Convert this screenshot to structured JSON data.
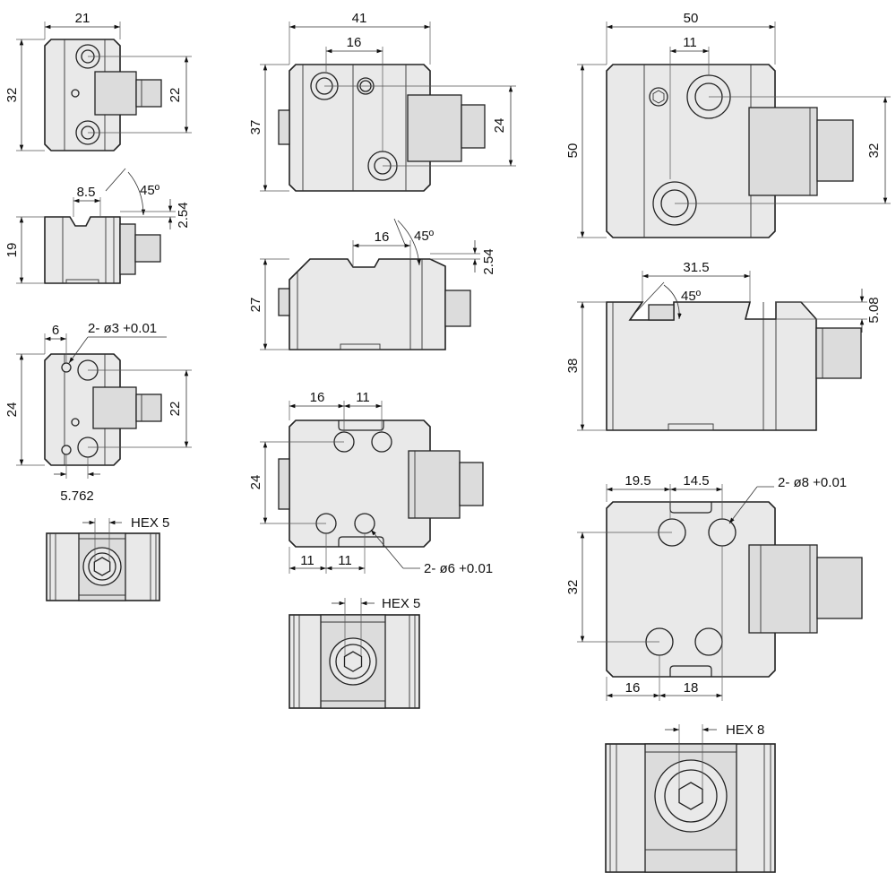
{
  "colors": {
    "background": "#ffffff",
    "part_fill": "#e9e9e9",
    "line": "#222222"
  },
  "views": {
    "small": {
      "top": {
        "width": "21",
        "height": "32",
        "pin": "22"
      },
      "side": {
        "slot": "8.5",
        "angle": "45º",
        "depth": "2.54",
        "height": "19"
      },
      "holes": {
        "offset": "6",
        "callout": "2- ø3 +0.01",
        "height": "24",
        "pin": "22",
        "pitch": "5.762"
      },
      "end": {
        "hex": "HEX 5"
      }
    },
    "medium": {
      "top": {
        "width": "41",
        "inner": "16",
        "height": "37",
        "pin": "24"
      },
      "side": {
        "slot": "16",
        "angle": "45º",
        "depth": "2.54",
        "height": "27"
      },
      "holes": {
        "a": "16",
        "b": "11",
        "height": "24",
        "c": "11",
        "d": "11",
        "callout": "2- ø6 +0.01"
      },
      "end": {
        "hex": "HEX 5"
      }
    },
    "large": {
      "top": {
        "width": "50",
        "inner": "11",
        "height": "50",
        "pin": "32"
      },
      "side": {
        "slot": "31.5",
        "angle": "45º",
        "depth": "5.08",
        "height": "38"
      },
      "holes": {
        "a": "19.5",
        "b": "14.5",
        "callout": "2- ø8 +0.01",
        "height": "32",
        "c": "16",
        "d": "18"
      },
      "end": {
        "hex": "HEX 8"
      }
    }
  }
}
